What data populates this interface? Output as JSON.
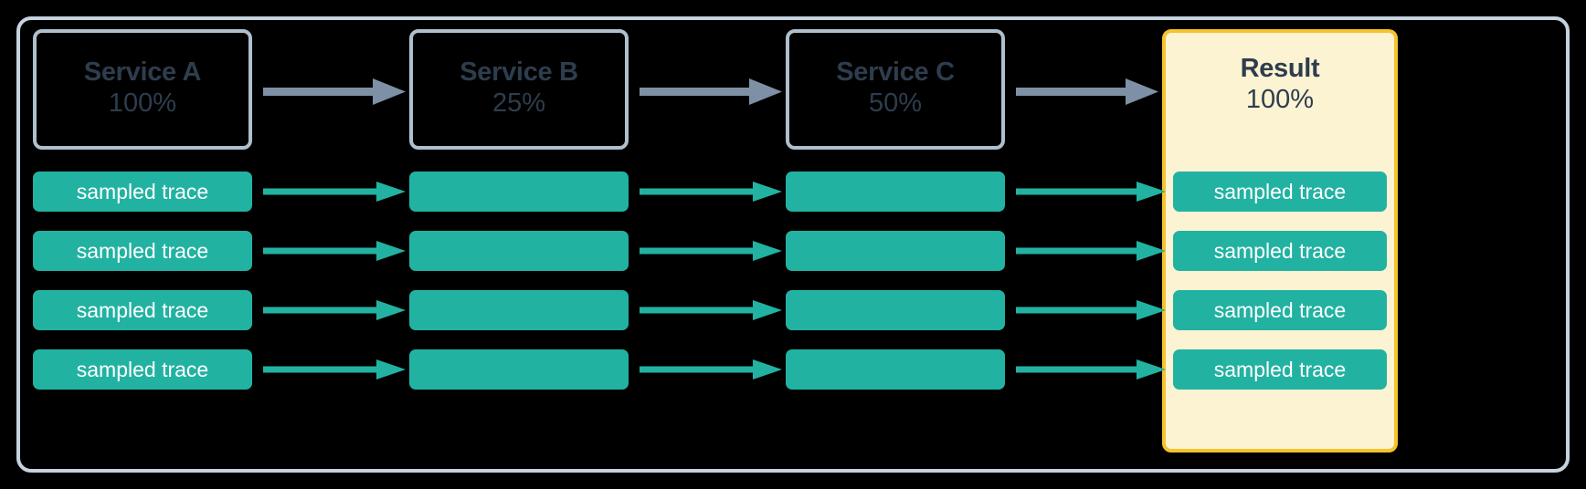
{
  "diagram": {
    "title": "tail-sampling trace pipeline",
    "background_color": "#000000",
    "frame_border_color": "#c6d3de",
    "colors": {
      "service_border": "#aebfcd",
      "service_text": "#2e3d4d",
      "gray_arrow": "#7d90a5",
      "teal": "#22b2a2",
      "result_fill": "#fcf3d3",
      "result_border": "#f5c32c",
      "trace_label": "#ffffff"
    },
    "columns": [
      {
        "id": "service-a",
        "name": "Service A",
        "percent": "100%",
        "kind": "service",
        "labelled_traces": true
      },
      {
        "id": "service-b",
        "name": "Service B",
        "percent": "25%",
        "kind": "service",
        "labelled_traces": false
      },
      {
        "id": "service-c",
        "name": "Service C",
        "percent": "50%",
        "kind": "service",
        "labelled_traces": false
      },
      {
        "id": "result",
        "name": "Result",
        "percent": "100%",
        "kind": "result",
        "labelled_traces": true
      }
    ],
    "trace_label": "sampled trace",
    "trace_rows": 4,
    "arrow_icons": {
      "top": "arrow-right-icon",
      "trace": "arrow-right-icon"
    }
  }
}
